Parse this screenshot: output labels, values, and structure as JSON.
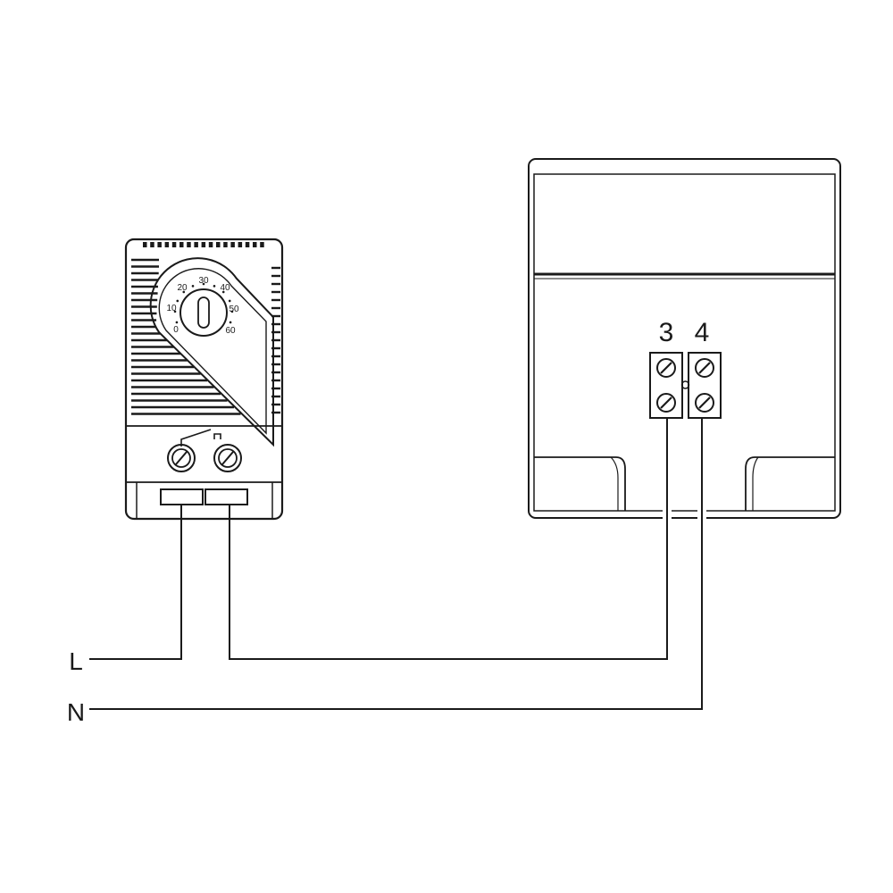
{
  "thermostat": {
    "scale_labels": [
      "0",
      "10",
      "20",
      "30",
      "40",
      "50",
      "60"
    ]
  },
  "heater": {
    "terminal_labels": [
      "3",
      "4"
    ]
  },
  "supply": {
    "line_label": "L",
    "neutral_label": "N"
  },
  "colors": {
    "line": "#1a1a1a",
    "background": "#ffffff"
  }
}
